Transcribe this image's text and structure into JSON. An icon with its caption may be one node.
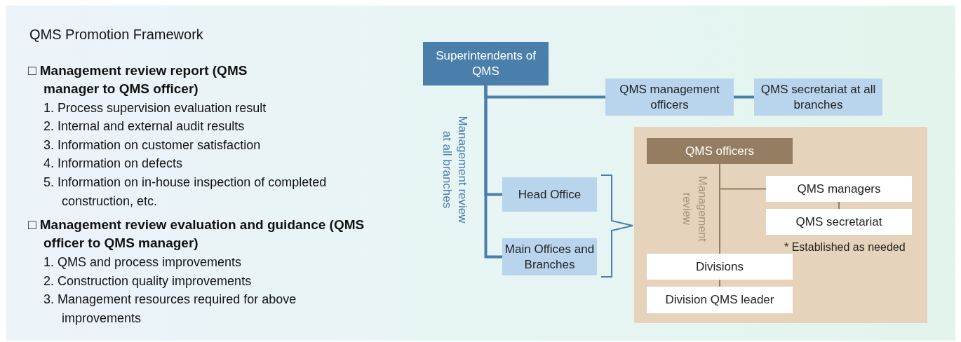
{
  "diagram": {
    "title": "QMS Promotion Framework",
    "nodes": [
      {
        "text": [
          "Superintendents of QMS"
        ]
      },
      {
        "text": [
          "QMS management officers"
        ]
      },
      {
        "text": [
          "QMS secretariat at all branches"
        ]
      },
      {
        "text": [
          "Head Office"
        ]
      },
      {
        "text": [
          "Main Offices and Branches"
        ]
      },
      {
        "text": [],
        "shape": "box"
      },
      {
        "text": [
          "QMS officers"
        ],
        "in": 5
      },
      {
        "text": [
          "QMS managers"
        ],
        "in": 5
      },
      {
        "text": [
          "QMS secretariat"
        ],
        "in": 5,
        "beside": [
          "* Established as needed"
        ]
      },
      {
        "text": [
          "Divisions"
        ],
        "in": 5
      },
      {
        "text": [
          "Division QMS leader"
        ],
        "in": 5
      }
    ],
    "edges": [
      {
        "from": 0,
        "to": 1,
        "arrow": "none",
        "color": "#4a7fac"
      },
      {
        "from": 1,
        "to": 2,
        "arrow": "none",
        "color": "#4a7fac"
      },
      {
        "from": 0,
        "to": 3,
        "arrow": "none",
        "color": "#4a7fac"
      },
      {
        "from": 0,
        "to": 4,
        "arrow": "none",
        "color": "#4a7fac"
      },
      {
        "from": 6,
        "to": 7,
        "arrow": "none",
        "color": "#957d61"
      },
      {
        "from": 7,
        "to": 8,
        "arrow": "none",
        "color": "#957d61"
      },
      {
        "from": 6,
        "to": 9,
        "arrow": "none",
        "color": "#957d61"
      },
      {
        "from": 9,
        "to": 10,
        "arrow": "none",
        "color": "#957d61"
      }
    ],
    "labels": [
      "□ Management review report (QMS manager to QMS officer)",
      "1. Process supervision evaluation result",
      "2. Internal and external audit results",
      "3. Information on customer satisfaction",
      "4. Information on defects",
      "5. Information on in-house inspection of completed construction, etc.",
      "□ Management review evaluation and guidance (QMS officer to QMS manager)",
      "1. QMS and process improvements",
      "2. Construction quality improvements",
      "3. Management resources required for above improvements",
      "Management review at all branches",
      "Management review"
    ]
  }
}
